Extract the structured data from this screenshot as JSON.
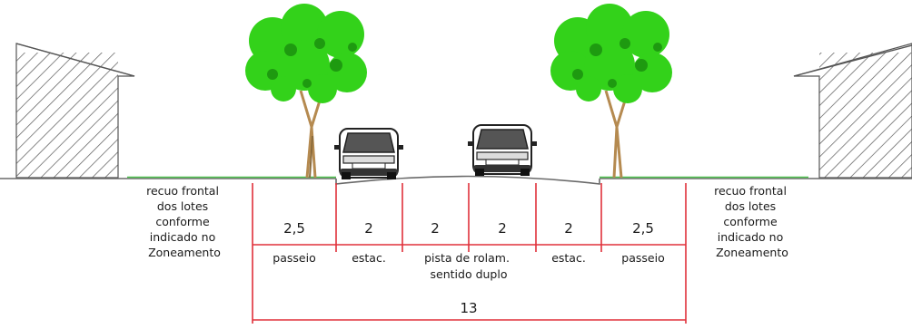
{
  "left_note": [
    "recuo frontal",
    "dos lotes",
    "conforme",
    "indicado no",
    "Zoneamento"
  ],
  "right_note": [
    "recuo frontal",
    "dos lotes",
    "conforme",
    "indicado no",
    "Zoneamento"
  ],
  "segments": [
    {
      "value": "2,5",
      "label": [
        "passeio"
      ]
    },
    {
      "value": "2",
      "label": [
        "estac."
      ]
    },
    {
      "value": "2",
      "label": [
        "pista de rolam.",
        "sentido duplo"
      ]
    },
    {
      "value": "2",
      "label": []
    },
    {
      "value": "2",
      "label": [
        "estac."
      ]
    },
    {
      "value": "2,5",
      "label": [
        "passeio"
      ]
    }
  ],
  "total": "13",
  "colors": {
    "dimension": "#e0303a",
    "ground": "#6a6a6a",
    "grass": "#4cc04c",
    "foliage": "#33d21a",
    "foliage_dark": "#1e9a10",
    "hatch": "#555555",
    "trunk": "#b58a50"
  }
}
